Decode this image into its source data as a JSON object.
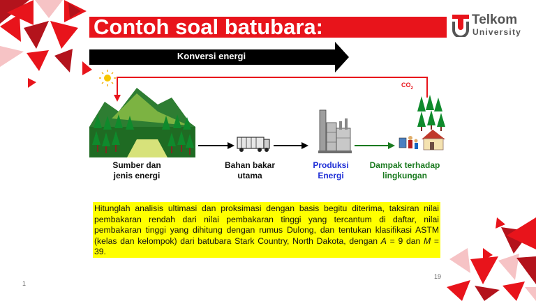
{
  "title": "Contoh soal batubara:",
  "banner": "Konversi energi",
  "co2": {
    "main": "CO",
    "sub": "2"
  },
  "stages": [
    {
      "line1": "Sumber dan",
      "line2": "jenis energi",
      "color": "#111111"
    },
    {
      "line1": "Bahan bakar",
      "line2": "utama",
      "color": "#111111"
    },
    {
      "line1": "Produksi",
      "line2": "Energi",
      "color": "#1f2fd6"
    },
    {
      "line1": "Dampak terhadap",
      "line2": "lingkungan",
      "color": "#1a7a1f"
    }
  ],
  "problem": {
    "part1": "Hitunglah analisis ultimasi dan proksimasi dengan basis begitu diterima, taksiran nilai pembakaran rendah dari nilai pembakaran tinggi yang tercantum di daftar, nilai pembakaran tinggi yang dihitung dengan rumus Dulong, dan tentukan klasifikasi ASTM (kelas dan kelompok) dari batubara Stark Country, North Dakota, dengan ",
    "var_a": "A",
    "part2": " = 9 dan ",
    "var_m": "M",
    "part3": " = 39."
  },
  "logo": {
    "line1": "Telkom",
    "line2": "University"
  },
  "page_number": "19",
  "slide_number": "1",
  "colors": {
    "accent": "#e8141b",
    "highlight": "#ffff00",
    "blue": "#1f2fd6",
    "green": "#1a7a1f"
  }
}
